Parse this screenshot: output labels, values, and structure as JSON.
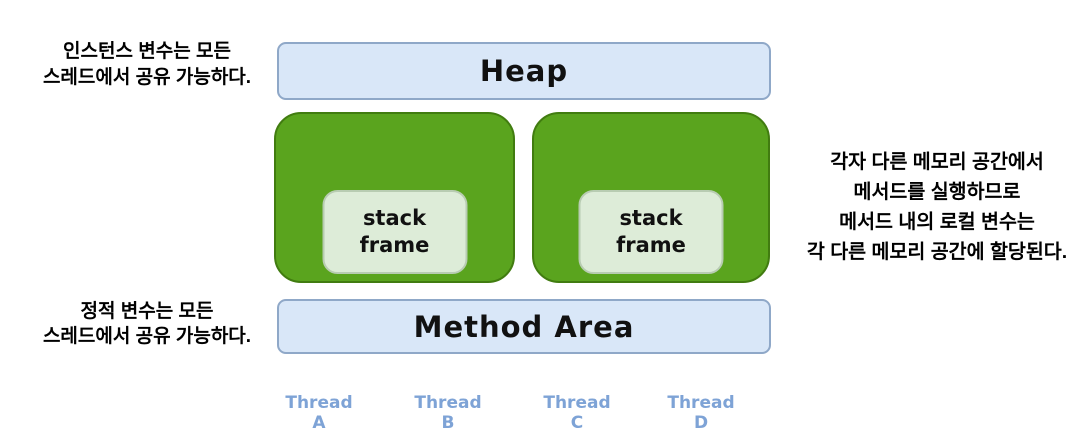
{
  "colors": {
    "blue_fill": "#d9e7f8",
    "blue_border": "#8fa8c8",
    "green_fill": "#5aa41e",
    "green_border": "#417c10",
    "frame_fill": "#ddecd8",
    "frame_border": "#b8ccb2",
    "thread_text": "#7ea3d6"
  },
  "annotations": {
    "instance_note": {
      "lines": [
        "인스턴스 변수는 모든",
        "스레드에서 공유 가능하다."
      ]
    },
    "static_note": {
      "lines": [
        "정적 변수는 모든",
        "스레드에서 공유 가능하다."
      ]
    },
    "local_note": {
      "lines": [
        "각자 다른 메모리 공간에서",
        "메서드를 실행하므로",
        "메서드 내의 로컬 변수는",
        "각 다른 메모리 공간에 할당된다."
      ]
    }
  },
  "diagram": {
    "heap_label": "Heap",
    "method_area_label": "Method Area",
    "stack_frames": [
      {
        "lines": [
          "stack",
          "frame"
        ]
      },
      {
        "lines": [
          "stack",
          "frame"
        ]
      }
    ],
    "threads": [
      {
        "label": "Thread A"
      },
      {
        "label": "Thread B"
      },
      {
        "label": "Thread C"
      },
      {
        "label": "Thread D"
      }
    ]
  }
}
